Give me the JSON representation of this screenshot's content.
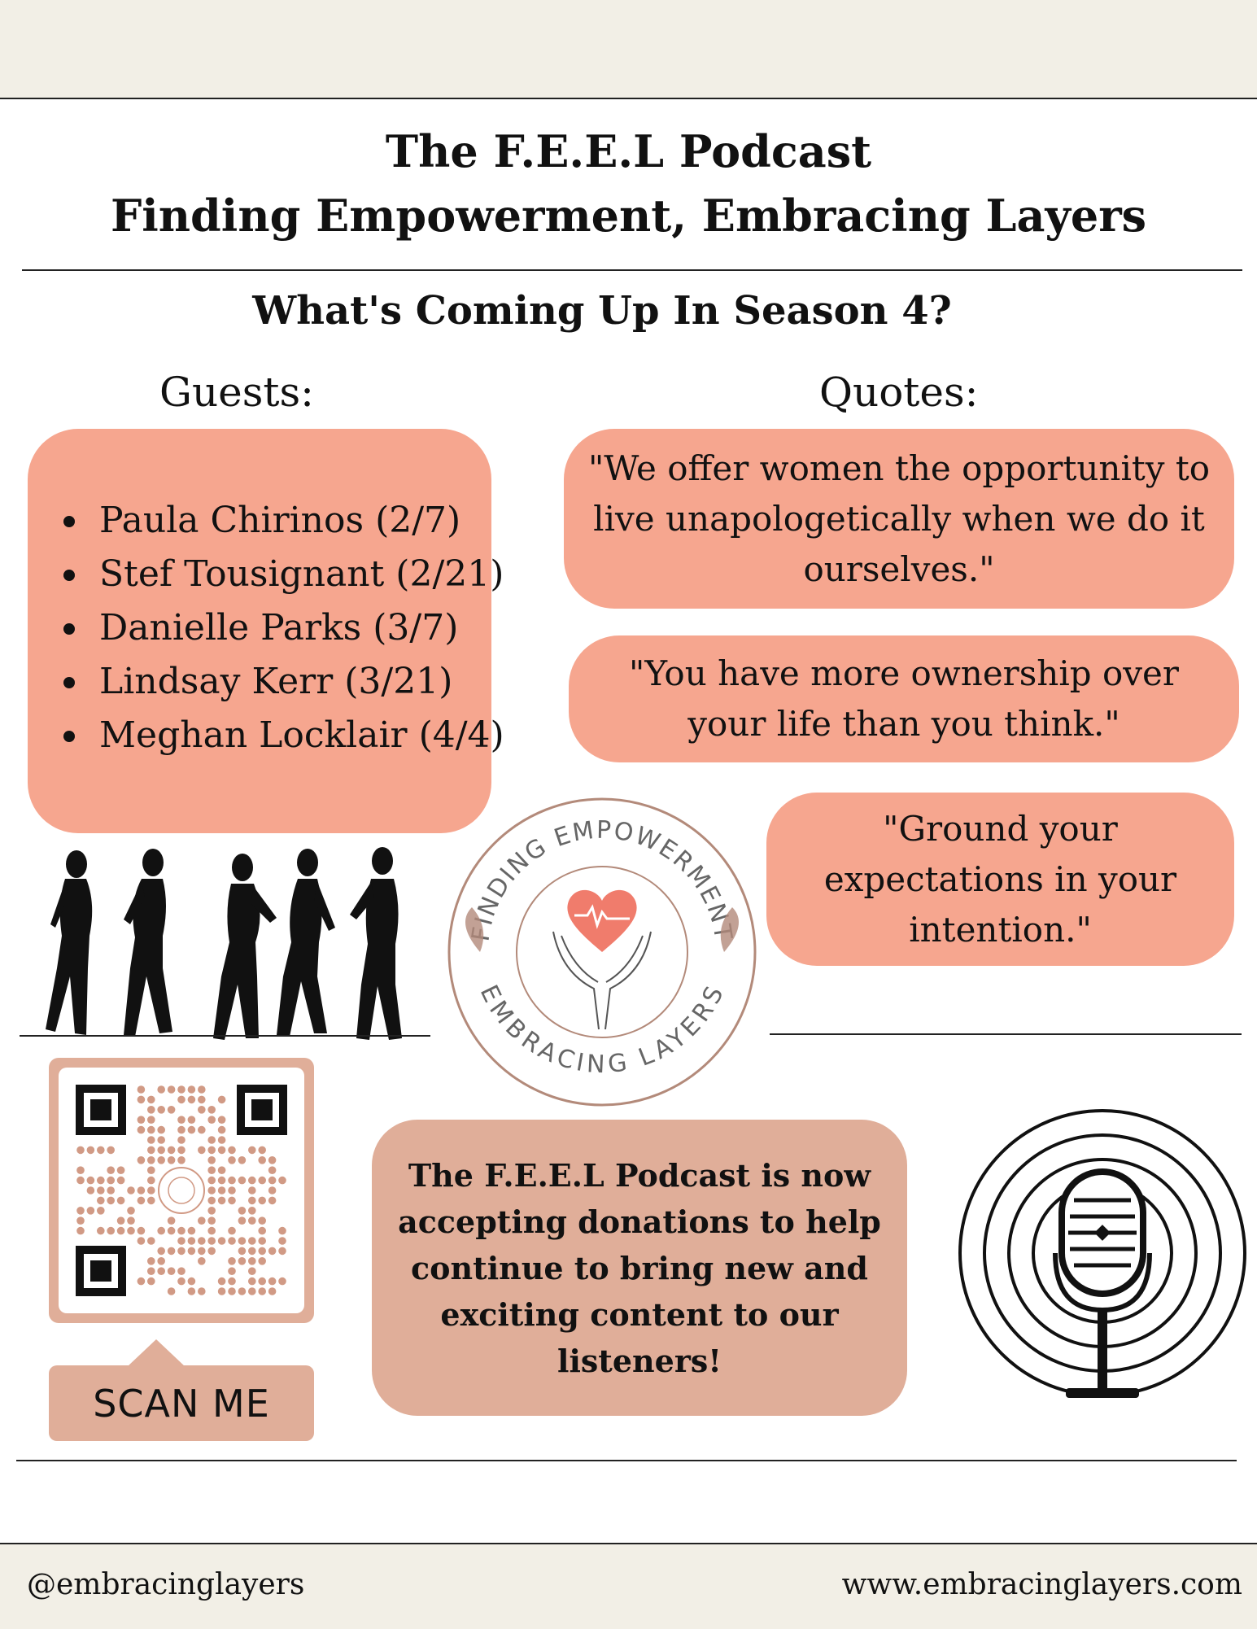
{
  "header": {
    "title_line1": "The F.E.E.L Podcast",
    "title_line2": "Finding Empowerment, Embracing Layers",
    "subtitle": "What's Coming Up In Season 4?"
  },
  "guests": {
    "heading": "Guests:",
    "items": [
      "Paula Chirinos (2/7)",
      "Stef Tousignant (2/21)",
      "Danielle Parks (3/7)",
      "Lindsay Kerr (3/21)",
      "Meghan Locklair (4/4)"
    ]
  },
  "quotes": {
    "heading": "Quotes:",
    "items": [
      "\"We offer women the opportunity to live unapologetically when we do it ourselves.\"",
      "\"You have more ownership over your life than you think.\"",
      "\"Ground your expectations in your intention.\""
    ]
  },
  "logo": {
    "top_text": "FINDING EMPOWERMENT",
    "bottom_text": "EMBRACING LAYERS"
  },
  "qr": {
    "button_label": "SCAN ME"
  },
  "donation": {
    "text": "The F.E.E.L Podcast is now accepting donations to help continue to bring new and exciting content to our listeners!"
  },
  "footer": {
    "handle": "@embracinglayers",
    "website": "www.embracinglayers.com"
  },
  "colors": {
    "background_band": "#f2efe6",
    "salmon": "#f6a68f",
    "tan": "#e0ae99",
    "logo_rose": "#b38a7a",
    "heart": "#f07c6c"
  },
  "icons": [
    "women-silhouettes-icon",
    "brand-logo",
    "qr-code-icon",
    "microphone-icon"
  ]
}
